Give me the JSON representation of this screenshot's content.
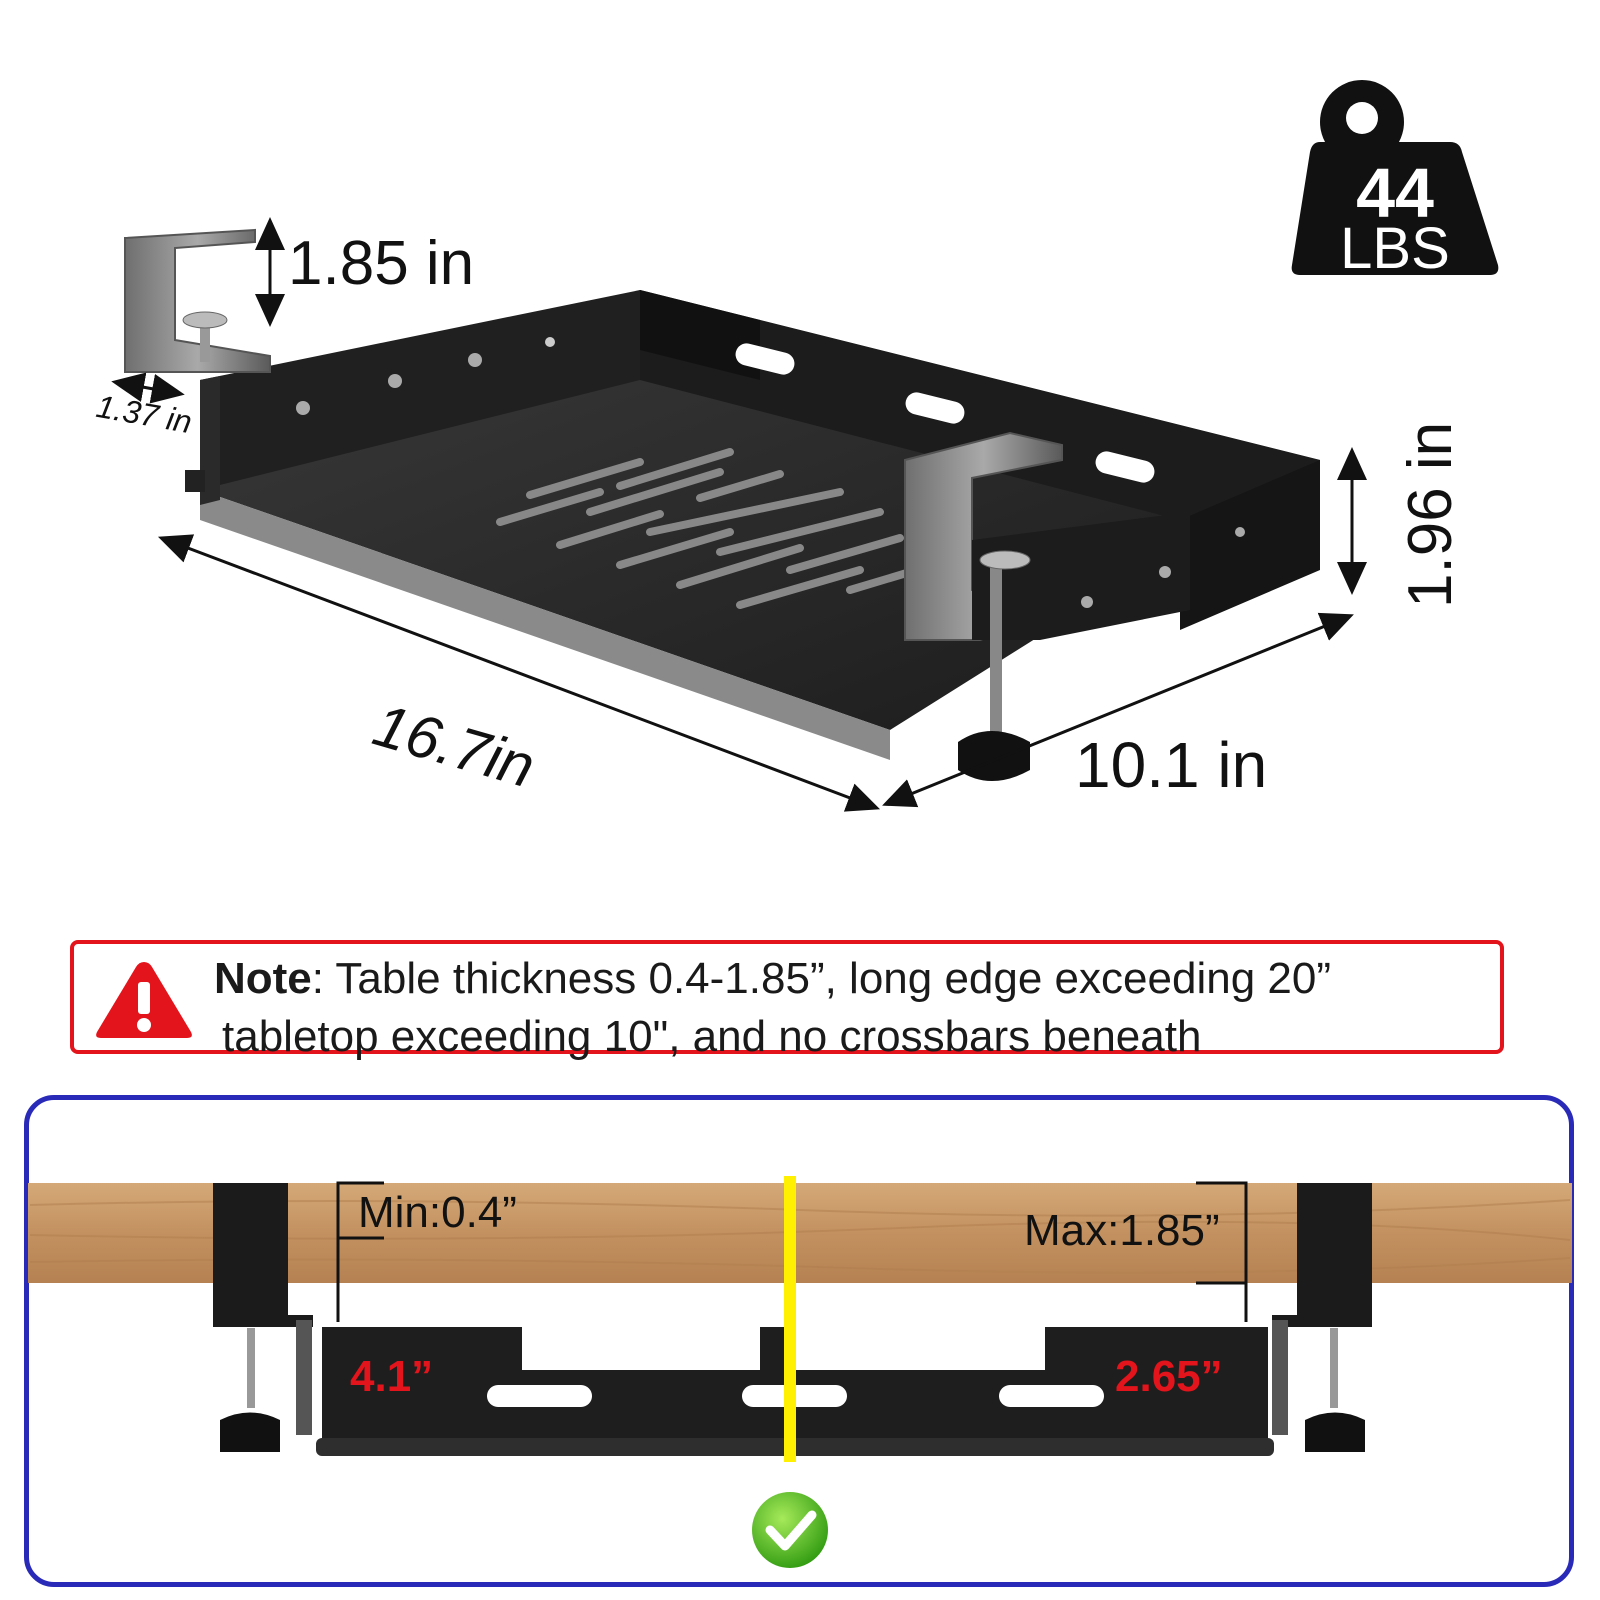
{
  "product": {
    "dimensions": {
      "clamp_height": "1.85 in",
      "clamp_depth": "1.37 in",
      "length": "16.7in",
      "width": "10.1 in",
      "height": "1.96 in"
    },
    "weight_capacity": {
      "value": "44",
      "unit": "LBS"
    }
  },
  "note": {
    "label": "Note",
    "line1": ": Table thickness 0.4-1.85”, long edge exceeding 20”",
    "line2": "tabletop exceeding 10\", and no crossbars beneath"
  },
  "fit_diagram": {
    "min_label": "Min:0.4”",
    "max_label": "Max:1.85”",
    "left_offset": "4.1”",
    "right_offset": "2.65”"
  },
  "colors": {
    "warning_red": "#e3141b",
    "frame_blue": "#2a2ab8",
    "wood": "#c89a66",
    "divider_yellow": "#ffef00",
    "check_green": "#4cbb17"
  },
  "icons": [
    "weight-icon",
    "warning-icon",
    "checkmark-icon"
  ]
}
